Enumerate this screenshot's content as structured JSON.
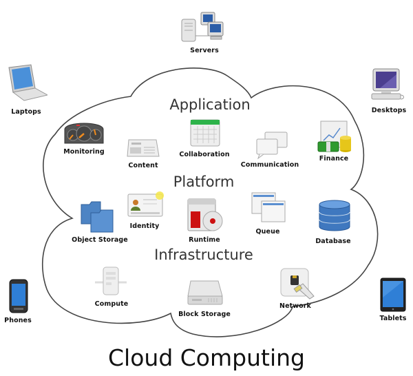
{
  "title": "Cloud Computing",
  "layers": {
    "application": "Application",
    "platform": "Platform",
    "infrastructure": "Infrastructure"
  },
  "devices": {
    "servers": "Servers",
    "laptops": "Laptops",
    "desktops": "Desktops",
    "phones": "Phones",
    "tablets": "Tablets"
  },
  "application_items": {
    "monitoring": "Monitoring",
    "content": "Content",
    "collaboration": "Collaboration",
    "communication": "Communication",
    "finance": "Finance"
  },
  "platform_items": {
    "object_storage": "Object Storage",
    "identity": "Identity",
    "runtime": "Runtime",
    "queue": "Queue",
    "database": "Database"
  },
  "infrastructure_items": {
    "compute": "Compute",
    "block_storage": "Block Storage",
    "network": "Network"
  },
  "colors": {
    "cloud_outline": "#444444",
    "text": "#111111",
    "layer_text": "#333333"
  }
}
